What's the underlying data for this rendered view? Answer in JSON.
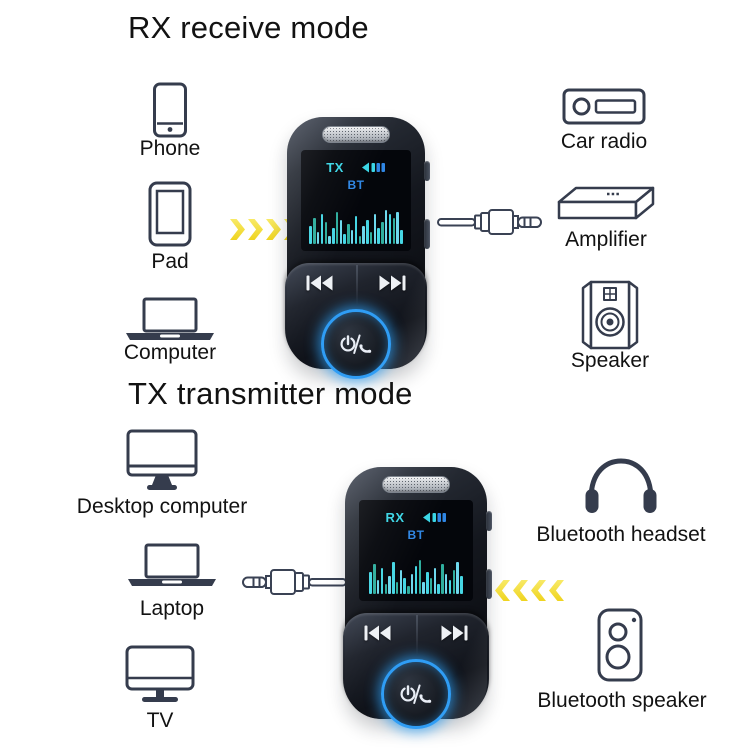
{
  "rx_section": {
    "title": "RX receive mode",
    "sources": [
      {
        "icon": "phone-icon",
        "label": "Phone"
      },
      {
        "icon": "pad-icon",
        "label": "Pad"
      },
      {
        "icon": "laptop-icon",
        "label": "Computer"
      }
    ],
    "outputs": [
      {
        "icon": "car-radio-icon",
        "label": "Car radio"
      },
      {
        "icon": "amplifier-icon",
        "label": "Amplifier"
      },
      {
        "icon": "speaker-icon",
        "label": "Speaker"
      }
    ]
  },
  "tx_section": {
    "title": "TX transmitter mode",
    "sources": [
      {
        "icon": "desktop-computer-icon",
        "label": "Desktop computer"
      },
      {
        "icon": "laptop-icon",
        "label": "Laptop"
      },
      {
        "icon": "tv-icon",
        "label": "TV"
      }
    ],
    "outputs": [
      {
        "icon": "bluetooth-headset-icon",
        "label": "Bluetooth headset"
      },
      {
        "icon": "bluetooth-speaker-icon",
        "label": "Bluetooth speaker"
      }
    ]
  },
  "device_top": {
    "mode_label": "TX",
    "bt_label": "BT",
    "spectrum_bars": [
      18,
      26,
      12,
      30,
      22,
      8,
      16,
      32,
      24,
      10,
      20,
      14,
      28,
      8,
      18,
      24,
      12,
      30,
      16,
      22,
      34,
      30,
      26,
      32,
      14
    ]
  },
  "device_bottom": {
    "mode_label": "RX",
    "bt_label": "BT",
    "spectrum_bars": [
      22,
      30,
      14,
      26,
      10,
      18,
      32,
      12,
      24,
      16,
      8,
      20,
      28,
      34,
      12,
      22,
      16,
      26,
      10,
      30,
      20,
      14,
      24,
      32,
      18
    ]
  },
  "arrows": {
    "count": 4,
    "rx_direction": "right",
    "tx_direction": "left"
  },
  "colors": {
    "accent_cyan": "#3ad6e6",
    "accent_blue": "#2f86e4",
    "ring_glow": "#2f9df5",
    "arrow_yellow": "#f3dd3a",
    "icon_stroke": "#353c4d",
    "bar_cyan": "#46d6e4",
    "bar_teal": "#2fae9e",
    "bar_light": "#6fd9ee"
  }
}
